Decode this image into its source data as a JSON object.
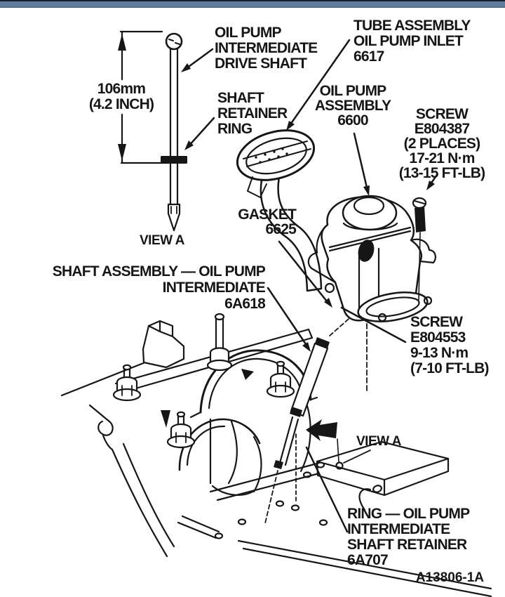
{
  "page": {
    "background": "#ffffff",
    "ink_color": "#161616",
    "top_bar_color": "#5f7c9b",
    "top_bar_edge_color": "#132030"
  },
  "figure": {
    "type": "exploded service-manual diagram",
    "subject": "Oil pump and intermediate drive shaft installation",
    "labels": {
      "drive_shaft": {
        "lines": [
          "OIL PUMP",
          "INTERMEDIATE",
          "DRIVE SHAFT"
        ]
      },
      "tube_assembly": {
        "lines": [
          "TUBE ASSEMBLY",
          "OIL PUMP INLET",
          "6617"
        ]
      },
      "dimension": {
        "lines": [
          "106mm",
          "(4.2 INCH)"
        ]
      },
      "shaft_retainer_ring": {
        "lines": [
          "SHAFT",
          "RETAINER",
          "RING"
        ]
      },
      "pump_assembly": {
        "lines": [
          "OIL PUMP",
          "ASSEMBLY",
          "6600"
        ]
      },
      "screw_e804387": {
        "lines": [
          "SCREW",
          "E804387",
          "(2 PLACES)",
          "17-21 N·m",
          "(13-15 FT-LB)"
        ]
      },
      "gasket": {
        "lines": [
          "GASKET",
          "6625"
        ]
      },
      "shaft_assembly": {
        "lines": [
          "SHAFT ASSEMBLY — OIL PUMP",
          "INTERMEDIATE",
          "6A618"
        ]
      },
      "screw_e804553": {
        "lines": [
          "SCREW",
          "E804553",
          "9-13 N·m",
          "(7-10 FT-LB)"
        ]
      },
      "view_a_detail": "VIEW A",
      "view_a_callout": "VIEW A",
      "ring_retainer": {
        "lines": [
          "RING — OIL PUMP",
          "INTERMEDIATE",
          "SHAFT RETAINER",
          "6A707"
        ]
      },
      "figure_id": "A13806-1A"
    }
  }
}
